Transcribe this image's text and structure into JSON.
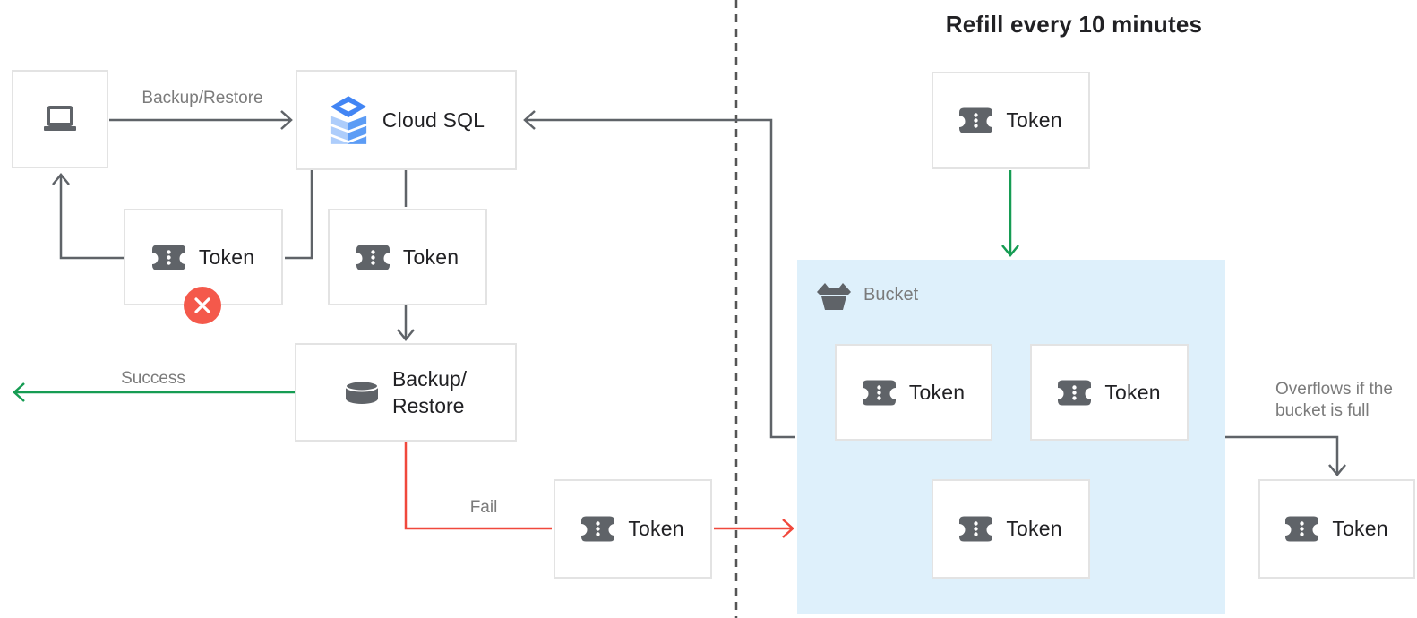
{
  "title": "Refill every 10 minutes",
  "nodes": {
    "cloud_sql": "Cloud SQL",
    "token": "Token",
    "backup_restore_line1": "Backup/",
    "backup_restore_line2": "Restore",
    "bucket": "Bucket"
  },
  "edge_labels": {
    "backup_restore": "Backup/Restore",
    "success": "Success",
    "fail": "Fail",
    "overflow_line1": "Overflows if the",
    "overflow_line2": "bucket is full"
  },
  "icons": {
    "laptop": "laptop-icon",
    "cloud_sql": "cloud-sql-layers-icon",
    "token": "token-ticket-icon",
    "database": "database-cylinder-icon",
    "bucket": "bucket-icon",
    "error": "error-x-icon"
  },
  "colors": {
    "connector_gray": "#5f6368",
    "divider_gray": "#555555",
    "success_green": "#169c53",
    "fail_red": "#f0483c",
    "badge_red": "#f4594b",
    "bucket_fill": "#def0fb",
    "box_border": "#e3e3e3",
    "text_dark": "#212124",
    "label_gray": "#7b7b7b",
    "icon_gray": "#5f6368",
    "sql_blue": "#4285f4",
    "sql_mid": "#5c9cf5",
    "sql_light": "#adcdfb"
  }
}
